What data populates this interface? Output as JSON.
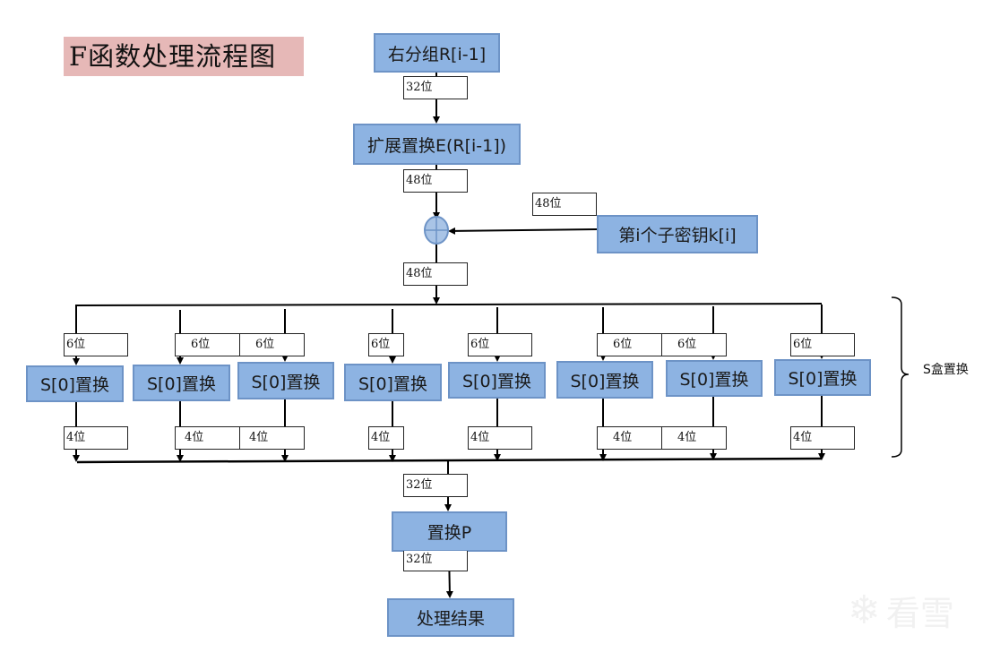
{
  "title": "F函数处理流程图",
  "nodes": {
    "right_half": "右分组R[i-1]",
    "expansion": "扩展置换E(R[i-1])",
    "subkey": "第i个子密钥k[i]",
    "p_permutation": "置换P",
    "result": "处理结果"
  },
  "labels": {
    "r_to_e": "32位",
    "e_to_xor": "48位",
    "key_to_xor": "48位",
    "xor_to_sbox": "48位",
    "sbox_to_p": "32位",
    "p_to_result": "32位"
  },
  "sboxes": [
    {
      "label": "S[0]置换",
      "in": "6位",
      "out": "4位"
    },
    {
      "label": "S[0]置换",
      "in": "6位",
      "out": "4位"
    },
    {
      "label": "S[0]置换",
      "in": "6位",
      "out": "4位"
    },
    {
      "label": "S[0]置换",
      "in": "6位",
      "out": "4位"
    },
    {
      "label": "S[0]置换",
      "in": "6位",
      "out": "4位"
    },
    {
      "label": "S[0]置换",
      "in": "6位",
      "out": "4位"
    },
    {
      "label": "S[0]置换",
      "in": "6位",
      "out": "4位"
    },
    {
      "label": "S[0]置换",
      "in": "6位",
      "out": "4位"
    }
  ],
  "sbox_group_label": "S盒置换",
  "watermark": {
    "icon": "snowflake-icon",
    "text": "看雪"
  },
  "colors": {
    "node_fill": "#8db3e2",
    "node_border": "#6d93c6",
    "title_fill": "#e6b8b7",
    "xor_fill": "#a9c4e6"
  }
}
